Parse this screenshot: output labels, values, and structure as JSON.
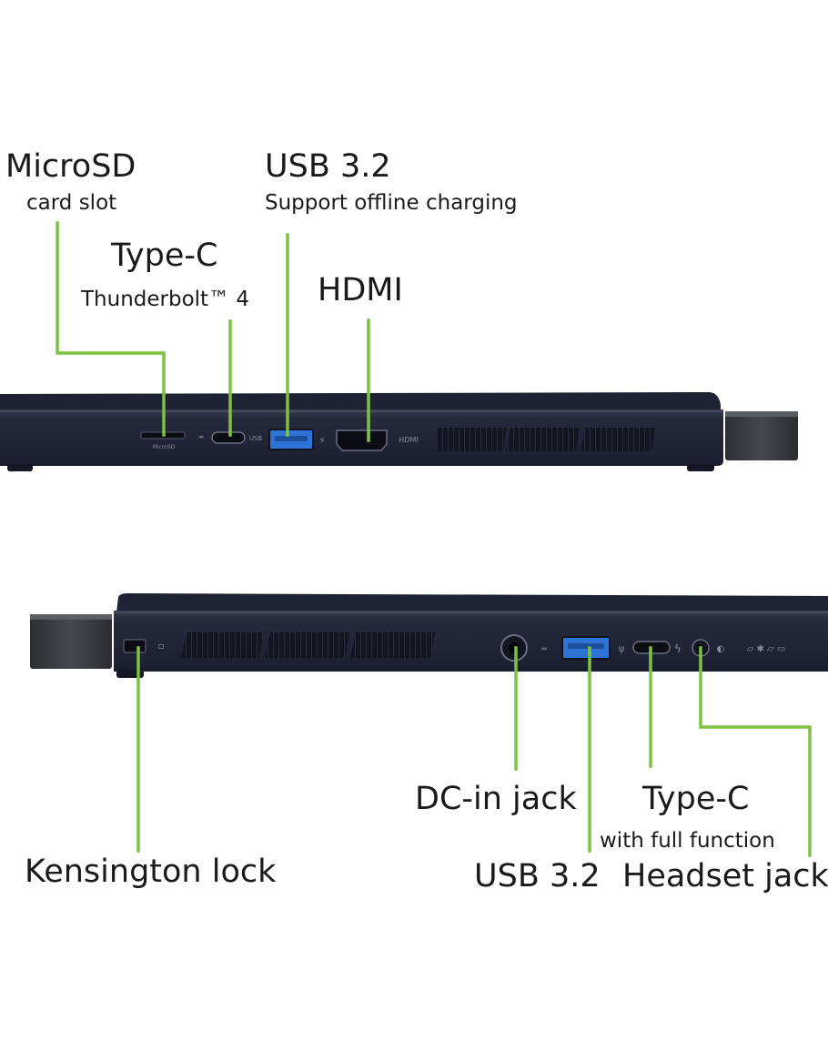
{
  "top_side": {
    "labels": {
      "microsd_title": "MicroSD",
      "microsd_sub": "card slot",
      "typec_title": "Type-C",
      "typec_sub": "Thunderbolt™ 4",
      "usb_title": "USB 3.2",
      "usb_sub": "Support offline charging",
      "hdmi_title": "HDMI"
    },
    "port_markings": {
      "microsd": "MicroSD",
      "usb_c": "USB",
      "hdmi": "HDMI"
    }
  },
  "bottom_side": {
    "labels": {
      "kensington": "Kensington lock",
      "dcin": "DC-in jack",
      "usb": "USB 3.2",
      "typec_title": "Type-C",
      "typec_sub": "with full function",
      "headset": "Headset jack"
    }
  },
  "colors": {
    "leader_line": "#7dc242",
    "laptop_body": "#22263a",
    "laptop_edge": "#34384d",
    "usb_port": "#2e74d6",
    "text": "#1a1a1a"
  }
}
